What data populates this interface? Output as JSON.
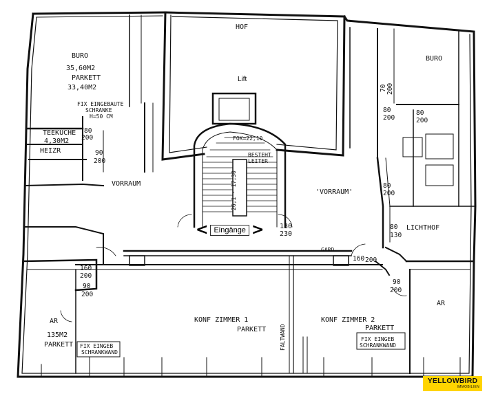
{
  "rooms": {
    "buro_left": "BURO",
    "buro_left_area": "35,60M2",
    "buro_left_floor": "PARKETT",
    "buro_left_area2": "33,40M2",
    "fix_note_1": "FIX EINGEBAUTE",
    "fix_note_2": "SCHRANKE",
    "fix_note_3": "H=50 CM",
    "hof": "HOF",
    "buro_right": "BURO",
    "teekueche": "TEEKÜCHE",
    "teekueche_area": "4,30M2",
    "heizr": "HEIZR",
    "vorraum_left": "VORRAUM",
    "vorraum_right": "'VORRAUM'",
    "lichthof": "LICHTHOF",
    "konf1": "KONF ZIMMER 1",
    "konf1_floor": "PARKETT",
    "konf2": "KONF ZIMMER 2",
    "konf2_floor": "PARKETT",
    "ar_left": "AR",
    "ar_left_area": "135M2",
    "ar_left_floor": "PARKETT",
    "ar_right": "AR",
    "fix_left_1": "FIX EINGEB",
    "fix_left_2": "SCHRANKWAND",
    "fix_right_1": "FIX EINGEB",
    "fix_right_2": "SCHRANKWAND",
    "faltwand": "FALTWAND",
    "garderobe": "GARD.",
    "fok": "FOK=22,10",
    "stair_rise": "26,1 · 17,30",
    "stair_note_1": "BESTEHT",
    "stair_note_2": "LEITER"
  },
  "dimensions": {
    "d_80_200_tl": "80",
    "d_80_200_tl_b": "200",
    "d_90_200_l": "90",
    "d_90_200_l_b": "200",
    "d_90_200_bl": "90",
    "d_90_200_bl_b": "200",
    "d_160_200_l": "160",
    "d_160_200_l_b": "200",
    "d_130_230": "130",
    "d_130_230_b": "230",
    "d_160_200_r": "160",
    "d_160_200_r_b": "200",
    "d_90_200_br": "90",
    "d_90_200_br_b": "200",
    "d_80_130": "80",
    "d_80_130_b": "130",
    "d_80_200_r1": "80",
    "d_80_200_r1_b": "200",
    "d_80_200_r2": "80",
    "d_80_200_r2_b": "200",
    "d_80_200_r3": "80",
    "d_80_200_r3_b": "200",
    "d_70_200": "70",
    "d_70_200_b": "200"
  },
  "lift": "Lift",
  "entrance": "Eingänge",
  "entrance_arrow_left": "<",
  "entrance_arrow_right": ">",
  "logo": {
    "name": "YELLOWBIRD",
    "sub": "IMMOBILIEN",
    "color": "#ffd400"
  }
}
